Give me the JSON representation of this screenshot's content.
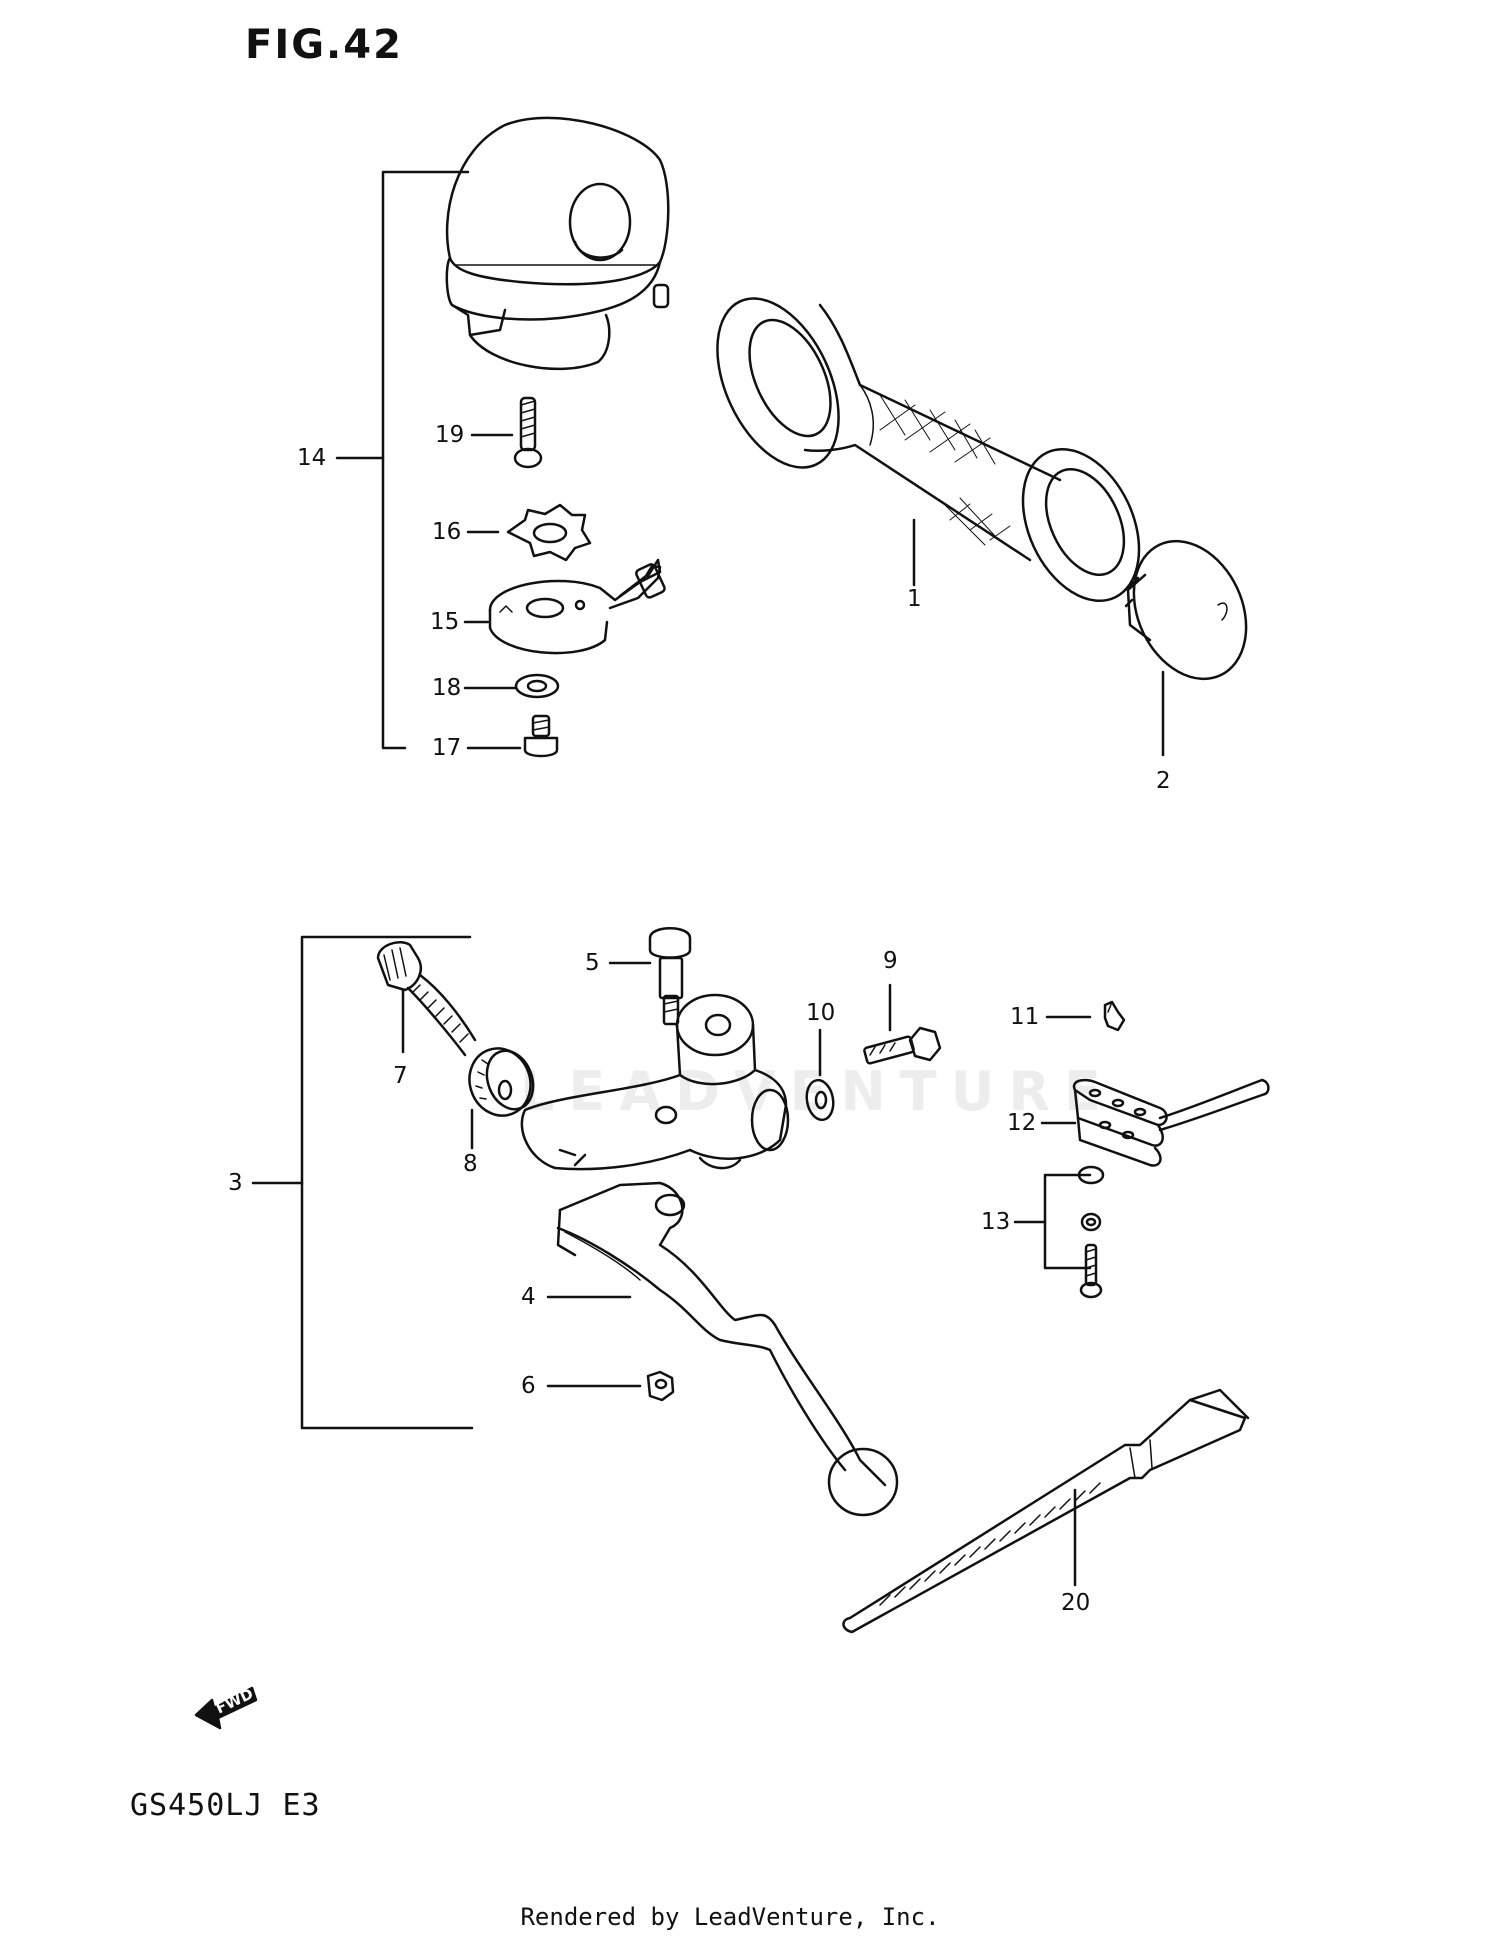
{
  "figure": {
    "title": "FIG.42",
    "model_code": "GS450LJ  E3",
    "watermark": "LEADVENTURE",
    "fwd_label": "FWD",
    "footer": "Rendered by LeadVenture, Inc."
  },
  "callouts": [
    {
      "id": "1",
      "label": "1"
    },
    {
      "id": "2",
      "label": "2"
    },
    {
      "id": "3",
      "label": "3"
    },
    {
      "id": "4",
      "label": "4"
    },
    {
      "id": "5",
      "label": "5"
    },
    {
      "id": "6",
      "label": "6"
    },
    {
      "id": "7",
      "label": "7"
    },
    {
      "id": "8",
      "label": "8"
    },
    {
      "id": "9",
      "label": "9"
    },
    {
      "id": "10",
      "label": "10"
    },
    {
      "id": "11",
      "label": "11"
    },
    {
      "id": "12",
      "label": "12"
    },
    {
      "id": "13",
      "label": "13"
    },
    {
      "id": "14",
      "label": "14"
    },
    {
      "id": "15",
      "label": "15"
    },
    {
      "id": "16",
      "label": "16"
    },
    {
      "id": "17",
      "label": "17"
    },
    {
      "id": "18",
      "label": "18"
    },
    {
      "id": "19",
      "label": "19"
    },
    {
      "id": "20",
      "label": "20"
    }
  ]
}
